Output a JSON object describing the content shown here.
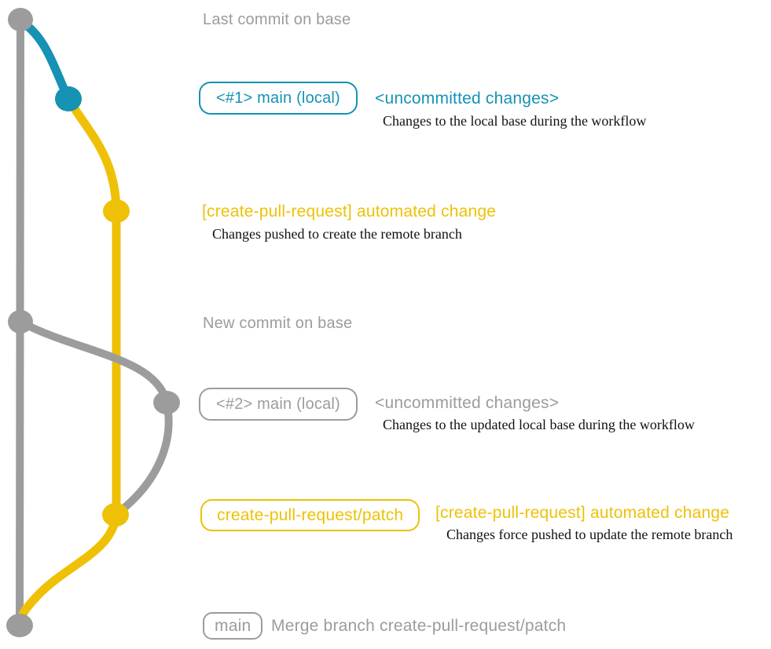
{
  "colors": {
    "base": "#9c9c9c",
    "feature": "#1592b4",
    "patch": "#eec106",
    "caption": "#111111",
    "background": "#ffffff"
  },
  "rows": {
    "last_commit": {
      "message": "Last commit on base"
    },
    "uncommitted_1": {
      "badge": "<#1> main (local)",
      "message": "<uncommitted changes>",
      "caption": "Changes to the local base during the workflow"
    },
    "automated_1": {
      "message": "[create-pull-request] automated change",
      "caption": "Changes pushed to create the remote branch"
    },
    "new_commit": {
      "message": "New commit on base"
    },
    "uncommitted_2": {
      "badge": "<#2> main (local)",
      "message": "<uncommitted changes>",
      "caption": "Changes to the updated local base during the workflow"
    },
    "automated_2": {
      "badge": "create-pull-request/patch",
      "message": "[create-pull-request] automated change",
      "caption": "Changes force pushed to update the remote branch"
    },
    "merge": {
      "badge": "main",
      "message": "Merge branch create-pull-request/patch"
    }
  }
}
